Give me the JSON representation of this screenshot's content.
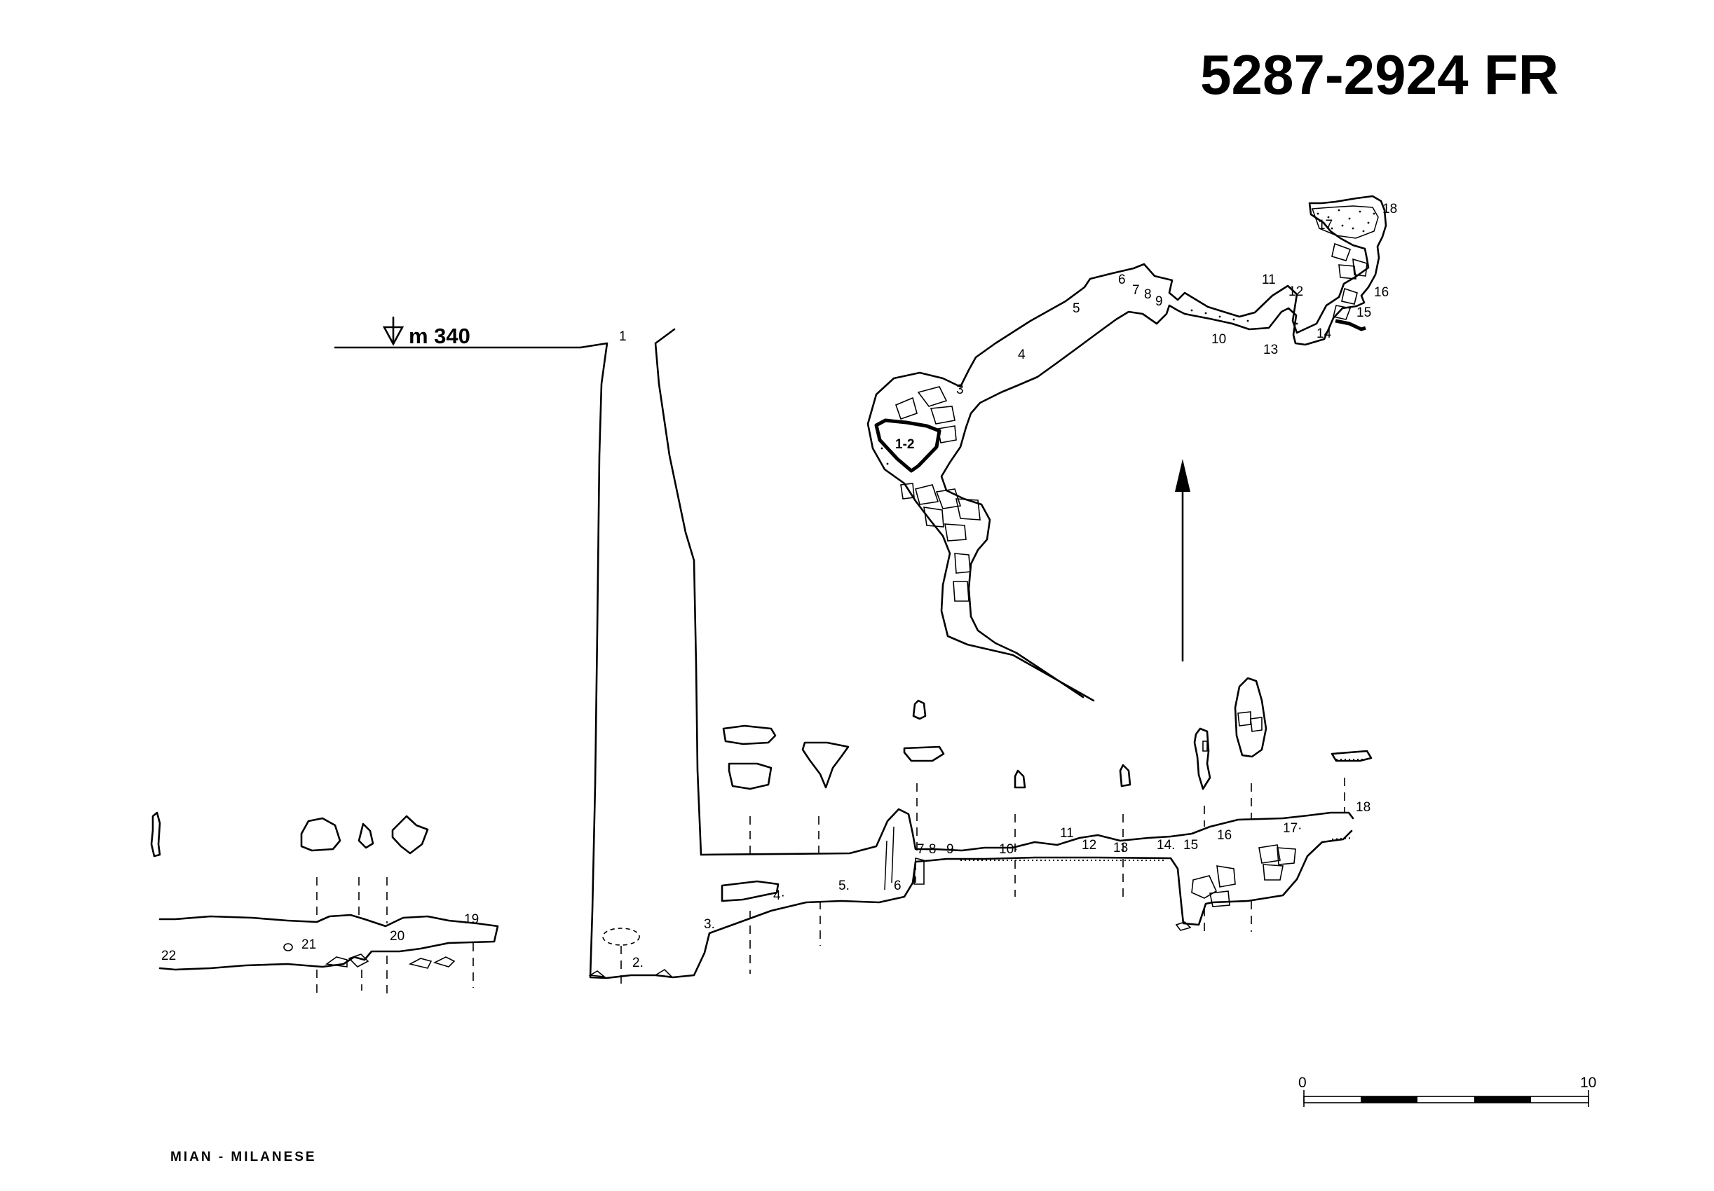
{
  "header": {
    "cave_number": "5287-2924 FR"
  },
  "elevation": {
    "label": "m 340"
  },
  "authors": "MIAN - MILANESE",
  "scale_bar": {
    "start": "0",
    "end": "10"
  },
  "plan_stations": [
    "1-2",
    "3",
    "4",
    "5",
    "6",
    "7",
    "8",
    "9",
    "10",
    "11",
    "12",
    "13",
    "14",
    "15",
    "16",
    "17",
    "18"
  ],
  "section_stations": [
    "1",
    "2.",
    "3.",
    "4·",
    "5.",
    "6",
    "7·8·",
    "9",
    "10·",
    "11",
    "12",
    "13",
    "14.",
    "15",
    "16",
    "17·",
    "18",
    "19",
    "20",
    "21",
    "22"
  ]
}
